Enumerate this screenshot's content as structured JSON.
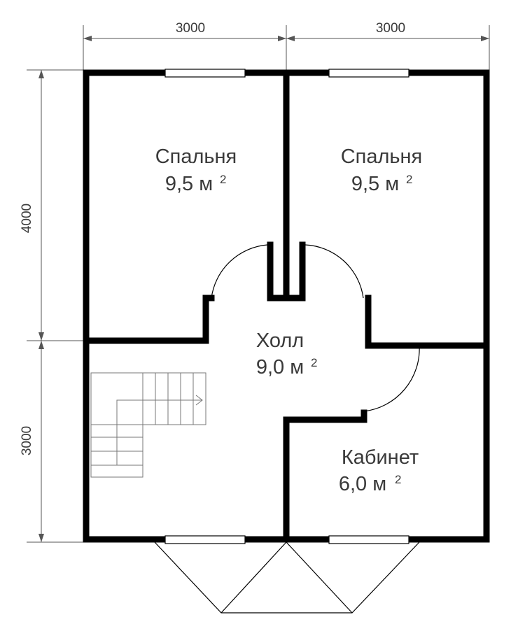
{
  "dimensions": {
    "top_left": "3000",
    "top_right": "3000",
    "left_upper": "4000",
    "left_lower": "3000"
  },
  "rooms": {
    "bedroom_left": {
      "name": "Спальня",
      "area": "9,5 м",
      "unit_sup": "2"
    },
    "bedroom_right": {
      "name": "Спальня",
      "area": "9,5 м",
      "unit_sup": "2"
    },
    "hall": {
      "name": "Холл",
      "area": "9,0 м",
      "unit_sup": "2"
    },
    "office": {
      "name": "Кабинет",
      "area": "6,0 м",
      "unit_sup": "2"
    }
  },
  "colors": {
    "wall": "#000000",
    "dimension": "#555555",
    "text": "#3a3a3a"
  }
}
